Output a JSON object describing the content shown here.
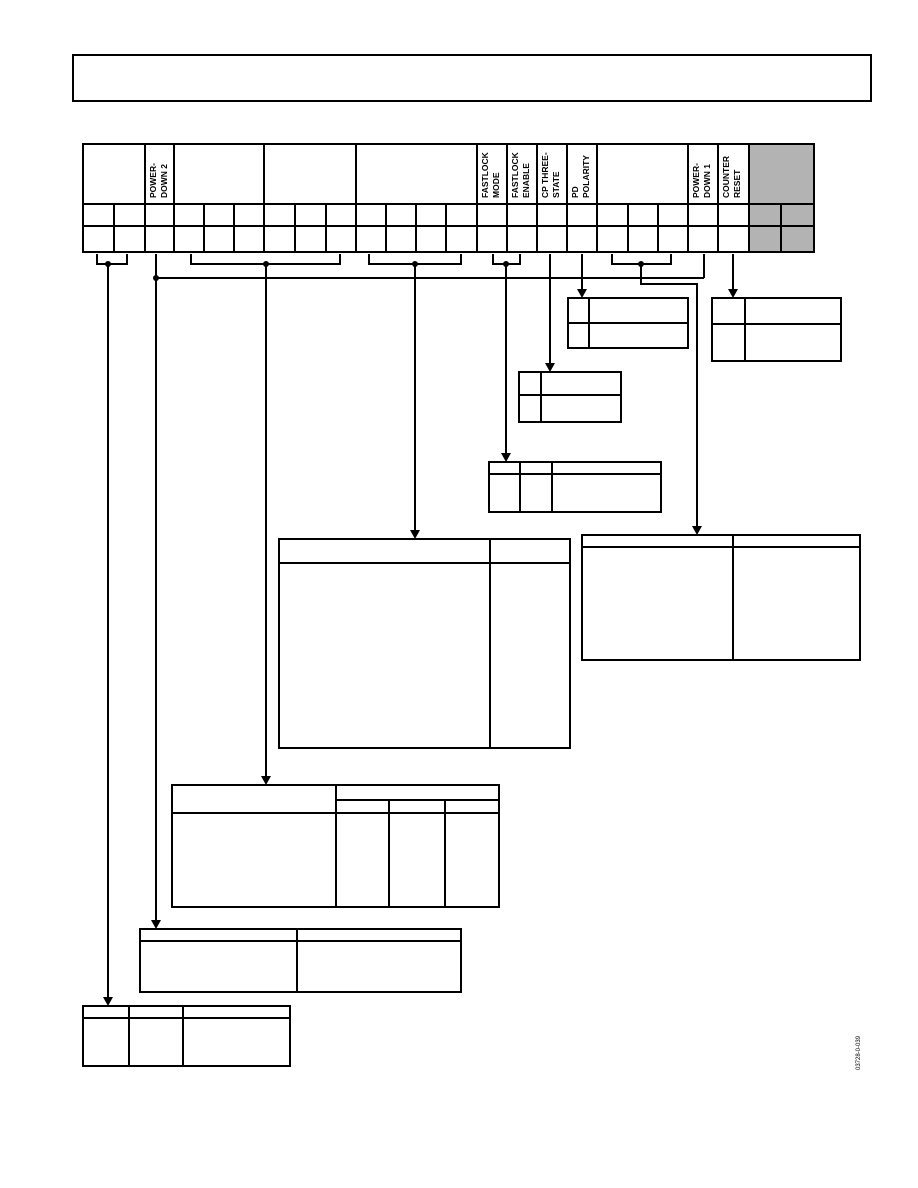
{
  "field_labels": {
    "power_down_2": [
      "POWER-",
      "DOWN 2"
    ],
    "fastlock_mode": [
      "FASTLOCK",
      "MODE"
    ],
    "fastlock_enable": [
      "FASTLOCK",
      "ENABLE"
    ],
    "cp_three_state": [
      "CP THREE-",
      "STATE"
    ],
    "pd_polarity": [
      "PD",
      "POLARITY"
    ],
    "power_down_1": [
      "POWER-",
      "DOWN 1"
    ],
    "counter_reset": [
      "COUNTER",
      "RESET"
    ]
  },
  "figure_id": "03728-0-039",
  "colors": {
    "reserved_fill": "#b3b3b3",
    "line": "#000000"
  }
}
